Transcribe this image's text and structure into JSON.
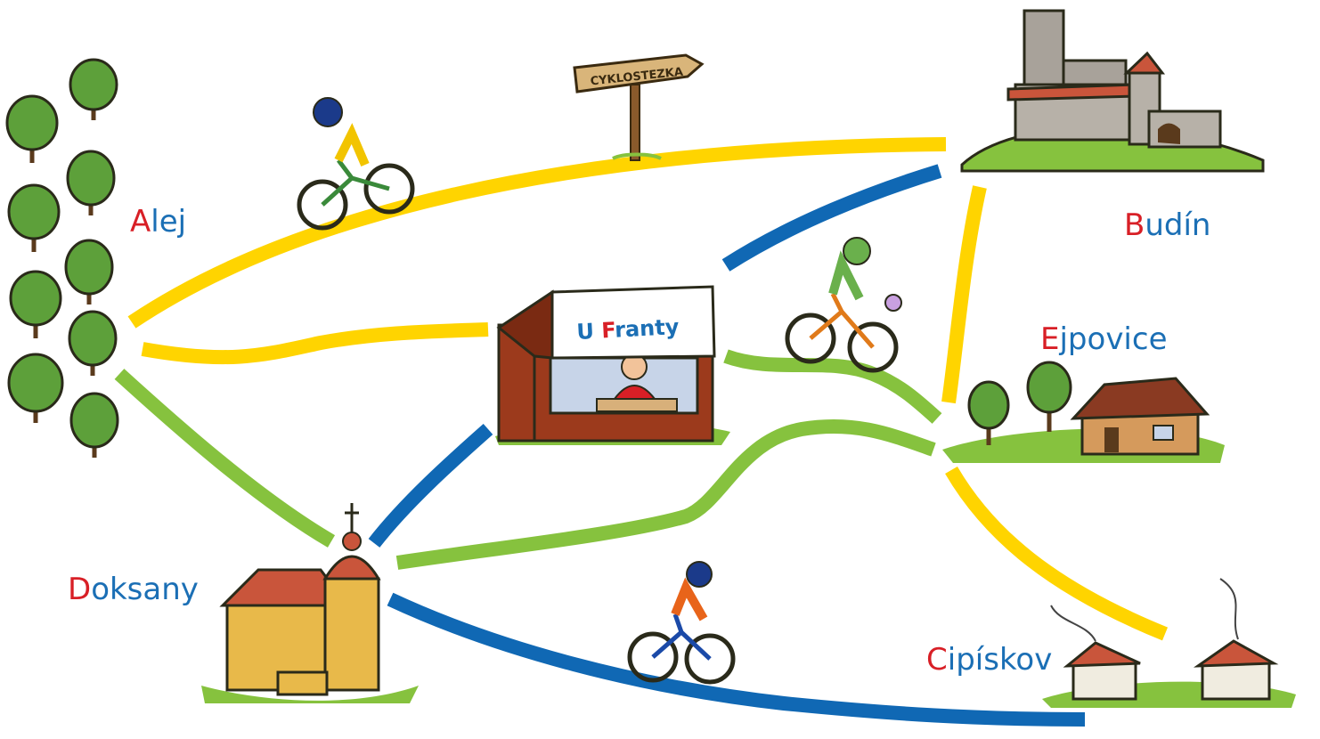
{
  "places": {
    "alej": {
      "initial": "A",
      "rest": "lej"
    },
    "budin": {
      "initial": "B",
      "rest": "udín"
    },
    "ejpovice": {
      "initial": "E",
      "rest": "jpovice"
    },
    "doksany": {
      "initial": "D",
      "rest": "oksany"
    },
    "cipiskov": {
      "initial": "C",
      "rest": "ipískov"
    }
  },
  "kiosk": {
    "prefix": "U ",
    "initial": "F",
    "rest": "ranty"
  },
  "signpost": {
    "text": "CYKLOSTEZKA"
  },
  "colors": {
    "yellow_path": "#ffd400",
    "green_path": "#86c23e",
    "blue_path": "#1068b4",
    "label_blue": "#1b6fb5",
    "label_red": "#d81f26"
  },
  "paths": [
    {
      "from": "Alej",
      "to": "Budín",
      "color": "yellow"
    },
    {
      "from": "Alej",
      "to": "U Franty",
      "color": "yellow"
    },
    {
      "from": "Alej",
      "to": "Doksany",
      "color": "green"
    },
    {
      "from": "U Franty",
      "to": "Budín",
      "color": "blue"
    },
    {
      "from": "U Franty",
      "to": "Ejpovice",
      "color": "green"
    },
    {
      "from": "U Franty",
      "to": "Doksany",
      "color": "blue"
    },
    {
      "from": "Budín",
      "to": "Ejpovice",
      "color": "yellow"
    },
    {
      "from": "Doksany",
      "to": "Ejpovice",
      "color": "green"
    },
    {
      "from": "Ejpovice",
      "to": "Cipískov",
      "color": "yellow"
    },
    {
      "from": "Doksany",
      "to": "Cipískov",
      "color": "blue"
    }
  ]
}
